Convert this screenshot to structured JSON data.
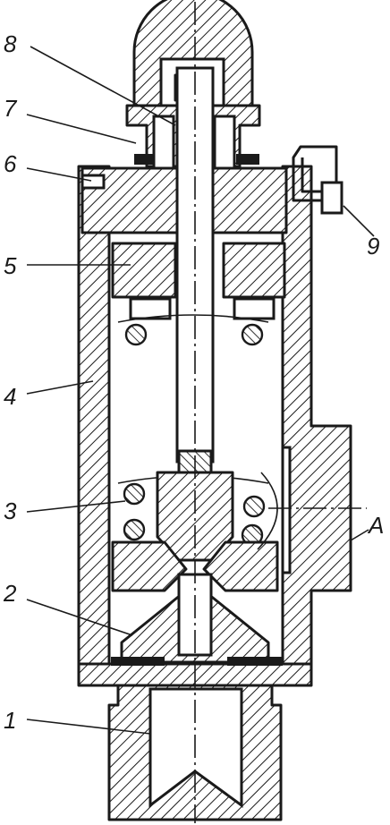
{
  "drawing": {
    "labels": [
      {
        "id": "8",
        "text": "8"
      },
      {
        "id": "7",
        "text": "7"
      },
      {
        "id": "6",
        "text": "6"
      },
      {
        "id": "5",
        "text": "5"
      },
      {
        "id": "4",
        "text": "4"
      },
      {
        "id": "3",
        "text": "3"
      },
      {
        "id": "2",
        "text": "2"
      },
      {
        "id": "1",
        "text": "1"
      },
      {
        "id": "9",
        "text": "9"
      },
      {
        "id": "A",
        "text": "A"
      }
    ]
  }
}
